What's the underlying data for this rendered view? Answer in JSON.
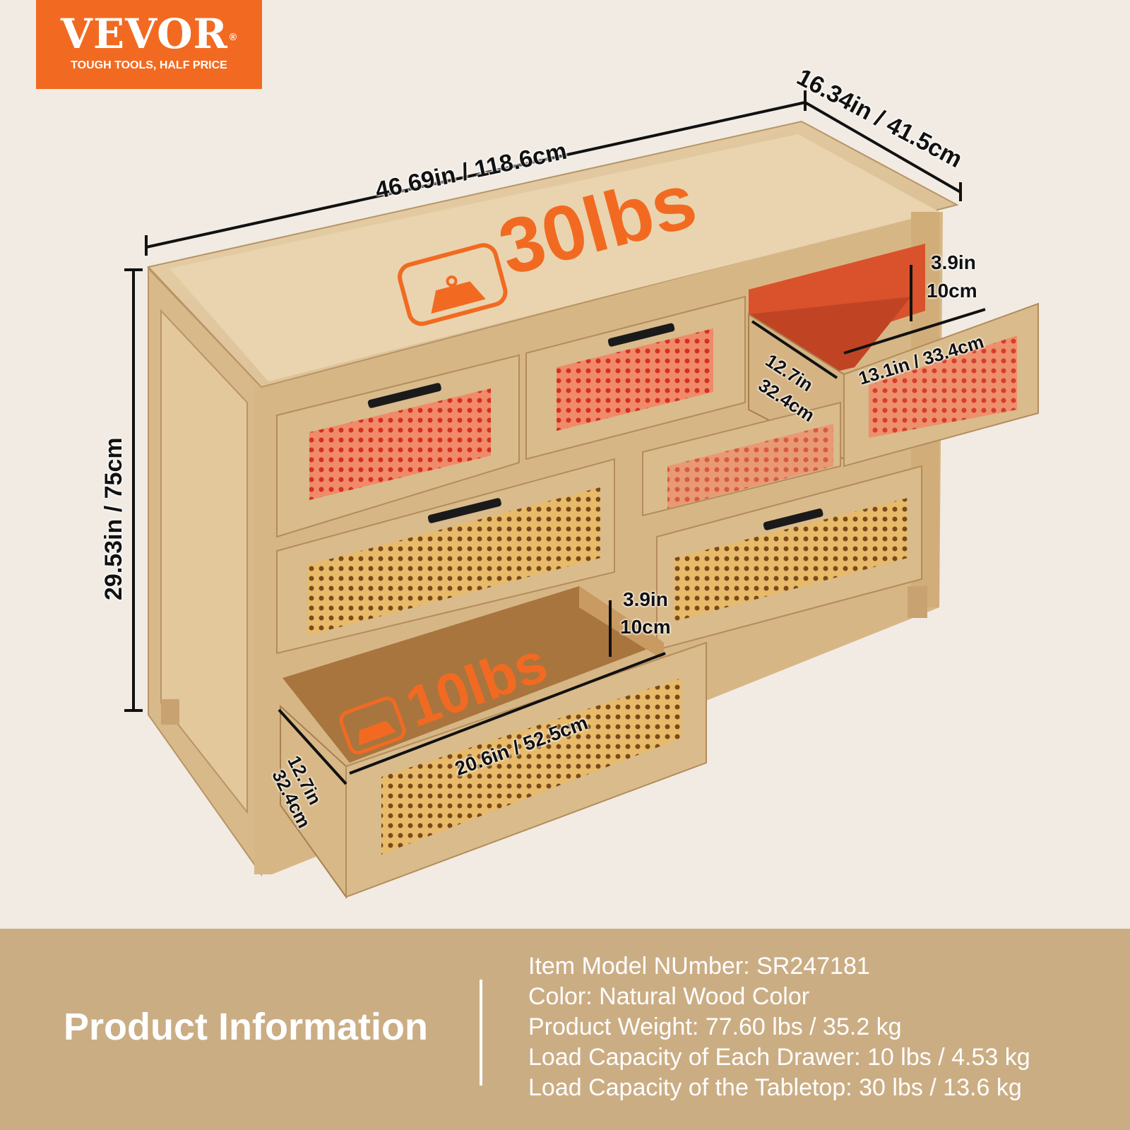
{
  "logo": {
    "brand": "VEVOR",
    "registered": "®",
    "tagline": "TOUGH TOOLS, HALF PRICE"
  },
  "dimensions": {
    "width": "46.69in / 118.6cm",
    "depth": "16.34in / 41.5cm",
    "height": "29.53in / 75cm",
    "small_drawer_height": "3.9in\n10cm",
    "small_drawer_width": "13.1in / 33.4cm",
    "small_drawer_depth_in": "12.7in",
    "small_drawer_depth_cm": "32.4cm",
    "large_drawer_height_in": "3.9in",
    "large_drawer_height_cm": "10cm",
    "large_drawer_width": "20.6in / 52.5cm",
    "large_drawer_depth_in": "12.7in",
    "large_drawer_depth_cm": "32.4cm",
    "small_drawer_height_in": "3.9in",
    "small_drawer_height_cm": "10cm"
  },
  "load_labels": {
    "tabletop": "30lbs",
    "drawer": "10lbs"
  },
  "product_info": {
    "title": "Product Information",
    "specs": [
      "Item Model NUmber: SR247181",
      "Color: Natural Wood Color",
      "Product Weight: 77.60 lbs / 35.2 kg",
      "Load Capacity of Each Drawer: 10 lbs / 4.53 kg",
      "Load Capacity of the Tabletop: 30 lbs / 13.6 kg"
    ]
  },
  "colors": {
    "brand_orange": "#f26a21",
    "background": "#f1ebe3",
    "info_panel": "#cbad84",
    "wood": "#d9b98a",
    "rattan": "#e7b766"
  }
}
